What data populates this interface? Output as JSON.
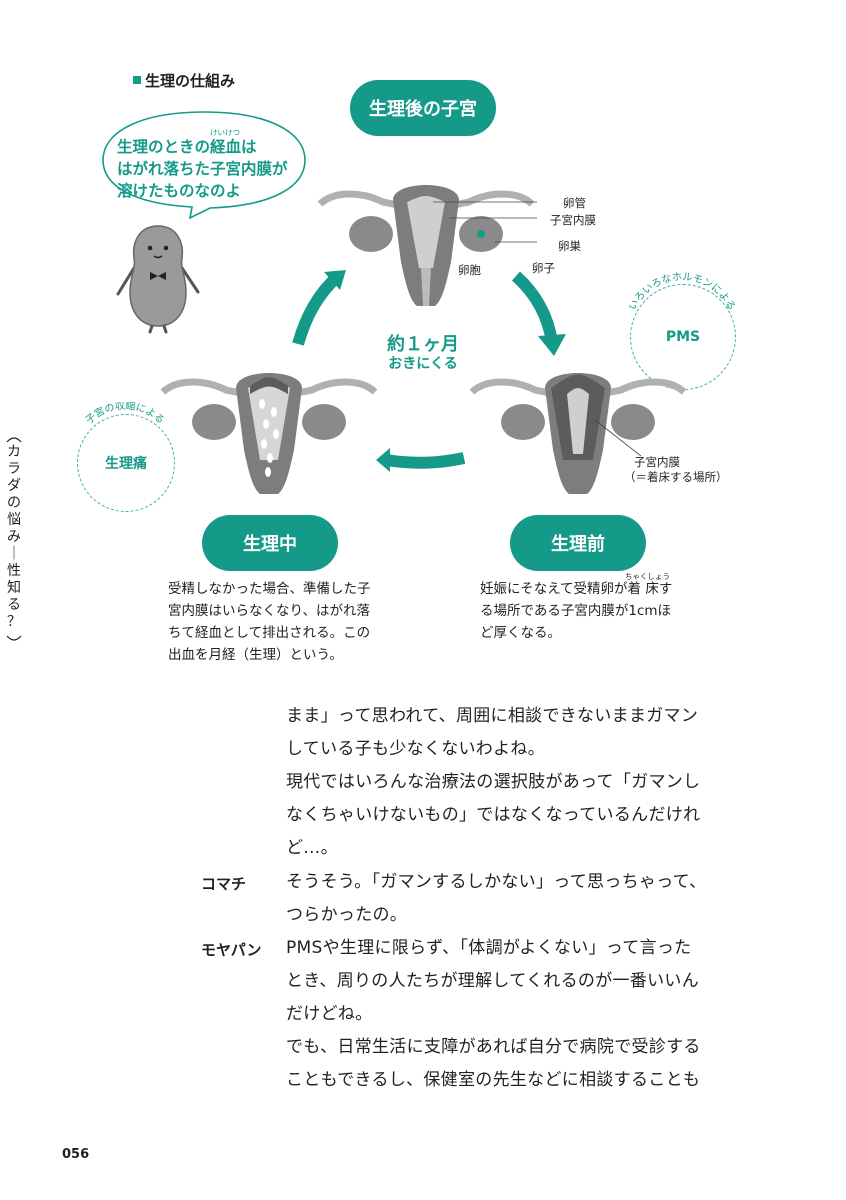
{
  "section_title": "生理の仕組み",
  "speech_bubble": {
    "lines": [
      "生理のときの経血は",
      "はがれ落ちた子宮内膜が",
      "溶けたものなのよ"
    ],
    "ruby": "けいけつ"
  },
  "stages": {
    "after": "生理後の子宮",
    "during": "生理中",
    "before": "生理前"
  },
  "cycle": {
    "main": "約１ヶ月",
    "sub": "おきにくる"
  },
  "pms_badge": {
    "caption": "いろいろなホルモンによる",
    "label": "PMS"
  },
  "pain_badge": {
    "caption": "子宮の収縮による",
    "label": "生理痛"
  },
  "anatomy_labels": {
    "oviduct": "卵管",
    "endometrium": "子宮内膜",
    "ovary": "卵巣",
    "ovum": "卵子",
    "follicle": "卵胞",
    "endometrium_before_1": "子宮内膜",
    "endometrium_before_2": "（＝着床する場所）"
  },
  "desc_during": [
    "受精しなかった場合、準備した子",
    "宮内膜はいらなくなり、はがれ落",
    "ちて経血として排出される。この",
    "出血を月経（生理）という。"
  ],
  "desc_before": {
    "ruby": "ちゃくしょう",
    "lines": [
      "妊娠にそなえて受精卵が着 床す",
      "る場所である子宮内膜が1cmほ",
      "ど厚くなる。"
    ]
  },
  "dialogue": [
    {
      "speaker": "",
      "lines": [
        "まま」って思われて、周囲に相談できないままガマン",
        "している子も少なくないわよね。",
        "現代ではいろんな治療法の選択肢があって「ガマンし",
        "なくちゃいけないもの」ではなくなっているんだけれ",
        "ど…。"
      ]
    },
    {
      "speaker": "コマチ",
      "lines": [
        "そうそう。「ガマンするしかない」って思っちゃって、",
        "つらかったの。"
      ]
    },
    {
      "speaker": "モヤパン",
      "lines": [
        "PMSや生理に限らず、「体調がよくない」って言った",
        "とき、周りの人たちが理解してくれるのが一番いいん",
        "だけどね。",
        "でも、日常生活に支障があれば自分で病院で受診する",
        "こともできるし、保健室の先生などに相談することも"
      ]
    }
  ],
  "side_tab": [
    "カ",
    "ラ",
    "ダ",
    "の",
    "悩",
    "み",
    "｜",
    "性",
    "知",
    "る",
    "？"
  ],
  "page_number": "056",
  "colors": {
    "accent": "#159a8a",
    "uterus": "#7d7d7d",
    "uterus_dark": "#5c5c5c"
  }
}
